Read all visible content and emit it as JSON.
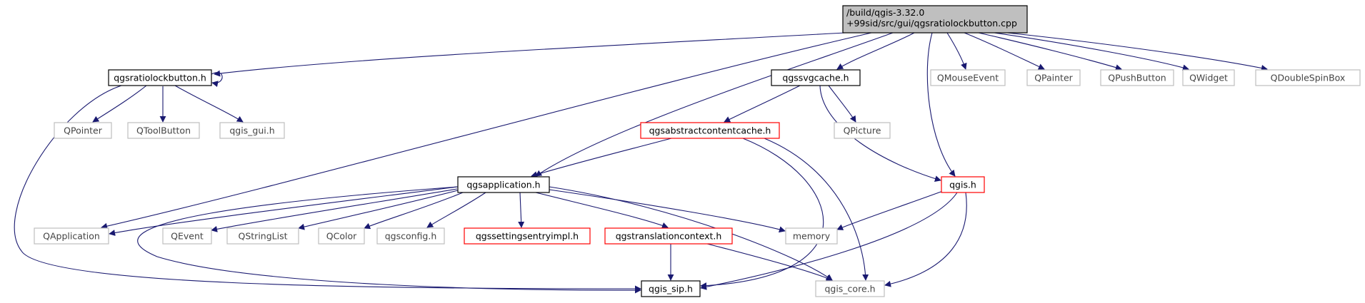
{
  "diagram": {
    "edge_color": "#191970",
    "node_styles": {
      "source": {
        "fill": "#bfbfbf",
        "stroke": "#000000"
      },
      "local": {
        "fill": "#ffffff",
        "stroke": "#000000"
      },
      "red": {
        "fill": "#ffffff",
        "stroke": "#ff0000"
      },
      "system": {
        "fill": "#ffffff",
        "stroke": "#bfbfbf"
      }
    },
    "nodes": [
      {
        "id": "src",
        "lines": [
          "/build/qgis-3.32.0",
          "+99sid/src/gui/qgsratiolockbutton.cpp"
        ],
        "style": "source"
      },
      {
        "id": "ratiolock_h",
        "lines": [
          "qgsratiolockbutton.h"
        ],
        "style": "local"
      },
      {
        "id": "svgcache_h",
        "lines": [
          "qgssvgcache.h"
        ],
        "style": "local"
      },
      {
        "id": "qmouseevent",
        "lines": [
          "QMouseEvent"
        ],
        "style": "system"
      },
      {
        "id": "qpainter",
        "lines": [
          "QPainter"
        ],
        "style": "system"
      },
      {
        "id": "qpushbutton",
        "lines": [
          "QPushButton"
        ],
        "style": "system"
      },
      {
        "id": "qwidget",
        "lines": [
          "QWidget"
        ],
        "style": "system"
      },
      {
        "id": "qdoublespinbox",
        "lines": [
          "QDoubleSpinBox"
        ],
        "style": "system"
      },
      {
        "id": "qpointer",
        "lines": [
          "QPointer"
        ],
        "style": "system"
      },
      {
        "id": "qtoolbutton",
        "lines": [
          "QToolButton"
        ],
        "style": "system"
      },
      {
        "id": "qgis_gui_h",
        "lines": [
          "qgis_gui.h"
        ],
        "style": "system"
      },
      {
        "id": "abscache_h",
        "lines": [
          "qgsabstractcontentcache.h"
        ],
        "style": "red"
      },
      {
        "id": "qpicture",
        "lines": [
          "QPicture"
        ],
        "style": "system"
      },
      {
        "id": "application_h",
        "lines": [
          "qgsapplication.h"
        ],
        "style": "local"
      },
      {
        "id": "qgis_h",
        "lines": [
          "qgis.h"
        ],
        "style": "red"
      },
      {
        "id": "qapplication",
        "lines": [
          "QApplication"
        ],
        "style": "system"
      },
      {
        "id": "qevent",
        "lines": [
          "QEvent"
        ],
        "style": "system"
      },
      {
        "id": "qstringlist",
        "lines": [
          "QStringList"
        ],
        "style": "system"
      },
      {
        "id": "qcolor",
        "lines": [
          "QColor"
        ],
        "style": "system"
      },
      {
        "id": "qgsconfig_h",
        "lines": [
          "qgsconfig.h"
        ],
        "style": "system"
      },
      {
        "id": "settingsentry_h",
        "lines": [
          "qgssettingsentryimpl.h"
        ],
        "style": "red"
      },
      {
        "id": "translation_h",
        "lines": [
          "qgstranslationcontext.h"
        ],
        "style": "red"
      },
      {
        "id": "memory",
        "lines": [
          "memory"
        ],
        "style": "system"
      },
      {
        "id": "qgis_sip_h",
        "lines": [
          "qgis_sip.h"
        ],
        "style": "local"
      },
      {
        "id": "qgis_core_h",
        "lines": [
          "qgis_core.h"
        ],
        "style": "system"
      }
    ]
  }
}
